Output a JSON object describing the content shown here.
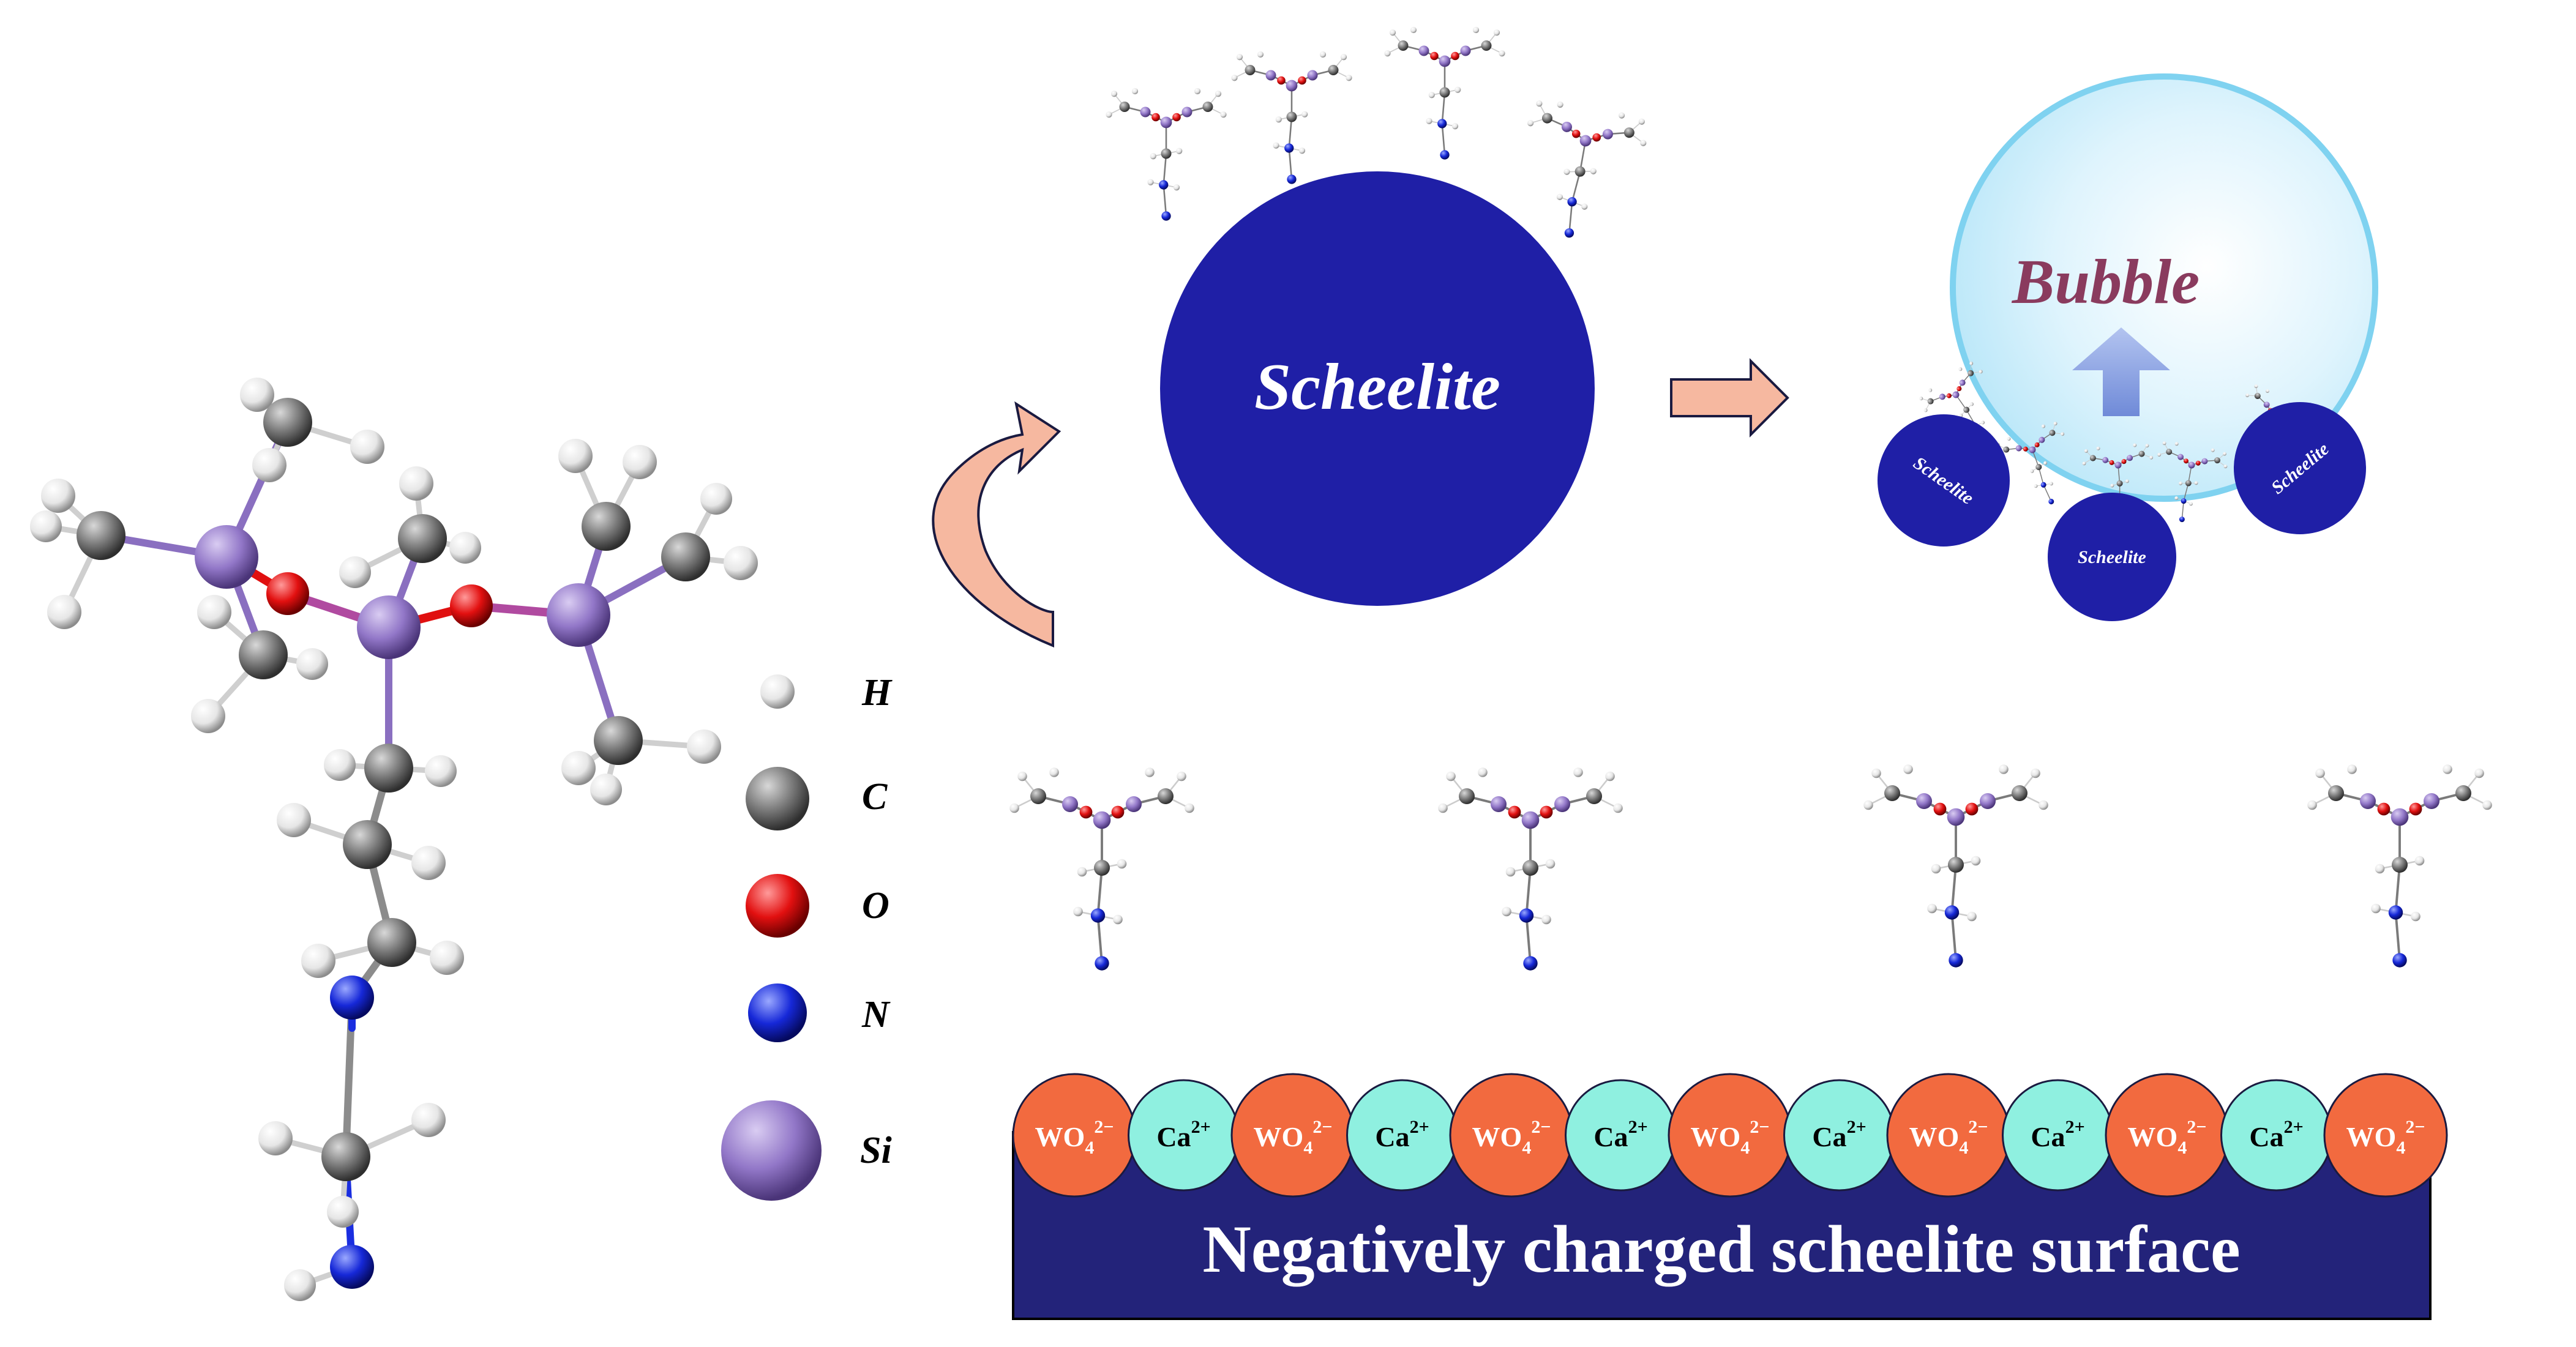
{
  "legend": [
    {
      "symbol": "H",
      "color": "#ffffff"
    },
    {
      "symbol": "C",
      "color": "#7f7f7f"
    },
    {
      "symbol": "O",
      "color": "#e01010"
    },
    {
      "symbol": "N",
      "color": "#1a2ee0"
    },
    {
      "symbol": "Si",
      "color": "#9a7fd0"
    }
  ],
  "top_particle_label": "Scheelite",
  "bubble_label": "Bubble",
  "small_particle_labels": [
    "Scheelite",
    "Scheelite",
    "Scheelite"
  ],
  "surface": {
    "ions": [
      {
        "kind": "anion",
        "base": "WO",
        "sub": "4",
        "sup": "2−"
      },
      {
        "kind": "cation",
        "base": "Ca",
        "sub": "",
        "sup": "2+"
      },
      {
        "kind": "anion",
        "base": "WO",
        "sub": "4",
        "sup": "2−"
      },
      {
        "kind": "cation",
        "base": "Ca",
        "sub": "",
        "sup": "2+"
      },
      {
        "kind": "anion",
        "base": "WO",
        "sub": "4",
        "sup": "2−"
      },
      {
        "kind": "cation",
        "base": "Ca",
        "sub": "",
        "sup": "2+"
      },
      {
        "kind": "anion",
        "base": "WO",
        "sub": "4",
        "sup": "2−"
      },
      {
        "kind": "cation",
        "base": "Ca",
        "sub": "",
        "sup": "2+"
      },
      {
        "kind": "anion",
        "base": "WO",
        "sub": "4",
        "sup": "2−"
      },
      {
        "kind": "cation",
        "base": "Ca",
        "sub": "",
        "sup": "2+"
      },
      {
        "kind": "anion",
        "base": "WO",
        "sub": "4",
        "sup": "2−"
      },
      {
        "kind": "cation",
        "base": "Ca",
        "sub": "",
        "sup": "2+"
      },
      {
        "kind": "anion",
        "base": "WO",
        "sub": "4",
        "sup": "2−"
      }
    ],
    "caption": "Negatively charged scheelite surface"
  },
  "colors": {
    "particle": "#1f1fa6",
    "surface": "#23237a",
    "anion": "#f26a3f",
    "cation": "#8ff0e0",
    "bubble_edge": "#7fd2f0",
    "bubble_fill": "#c6ecfb",
    "bubble_text": "#8a3b5e",
    "arrow_fill": "#f6b8a0",
    "up_arrow": "#8aa3e0"
  }
}
